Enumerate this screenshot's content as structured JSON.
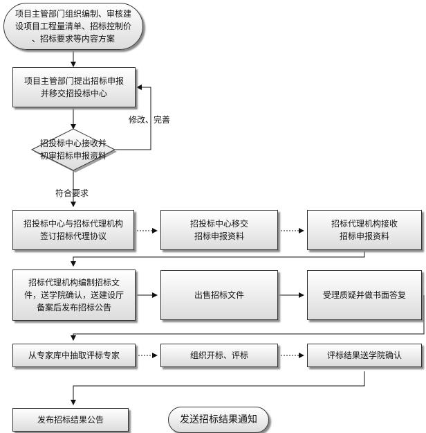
{
  "nodes": {
    "start": "项目主管部门组织编制、审核建\n设项目工程量清单、招标控制价\n、招标要求等内容方案",
    "submit": "项目主管部门提出招标申报\n并移交招投标中心",
    "review": "招投标中心接收并\n初审招标申报资料",
    "sign_agreement": "招投标中心与招标代理机构\n签订招标代理协议",
    "transfer_materials": "招投标中心移交\n招标申报资料",
    "agency_receive": "招标代理机构接收\n招标申报资料",
    "compile_docs": "招标代理机构编制招标文\n件，送学院确认，送建设厅\n备案后发布招标公告",
    "sell_docs": "出售招标文件",
    "answer_queries": "受理质疑并做书面答复",
    "draw_experts": "从专家库中抽取评标专家",
    "open_evaluate": "组织开标、评标",
    "send_results": "评标结果送学院确认",
    "publish_results": "发布招标结果公告",
    "send_notice": "发送招标结果通知"
  },
  "labels": {
    "revise": "修改、完善",
    "meets_requirements": "符合要求"
  },
  "colors": {
    "line": "#111111",
    "border": "#333333",
    "fill_top": "#ffffff",
    "fill_bottom": "#dcdcdc",
    "shadow": "#8a8a8a"
  }
}
